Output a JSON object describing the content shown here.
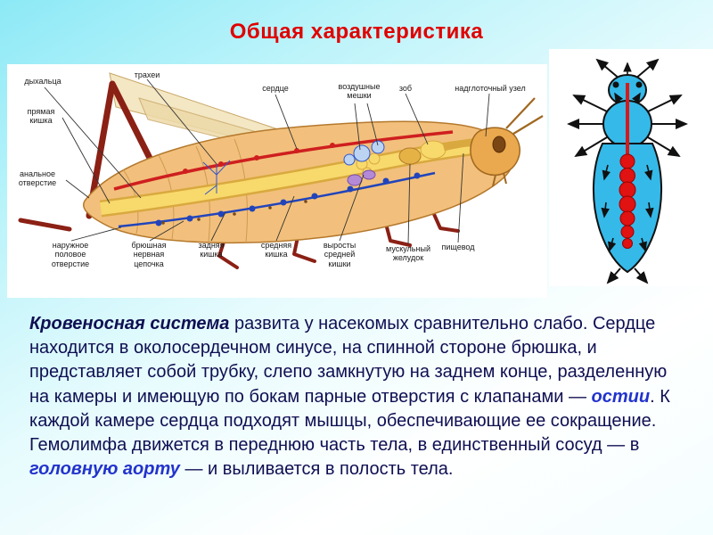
{
  "title": "Общая характеристика",
  "anatomy_diagram": {
    "labels": {
      "spiracles": "дыхальца",
      "tracheae": "трахеи",
      "heart": "сердце",
      "air_sacs": "воздушные мешки",
      "crop": "зоб",
      "supraesophageal_ganglion": "надглоточный узел",
      "rectum": "прямая кишка",
      "anal_opening": "анальное отверстие",
      "external_genital_opening": "наружное половое отверстие",
      "ventral_nerve_cord": "брюшная нервная цепочка",
      "hindgut": "задняя кишка",
      "midgut": "средняя кишка",
      "midgut_caeca": "выросты средней кишки",
      "muscular_stomach": "мускульный желудок",
      "esophagus": "пищевод"
    }
  },
  "body_text": {
    "p1_lead": "Кровеносная система",
    "p1_a": " развита у насекомых сравнительно слабо. Сердце находится в околосердечном синусе, на спинной стороне брюшка, и представляет собой трубку, слепо замкнутую на заднем конце, разделенную на камеры и имеющую по бокам парные отверстия с клапанами — ",
    "p1_term": "остии",
    "p1_b": ". К каждой камере сердца подходят мышцы, обеспечивающие ее сокращение.",
    "p2_a": "Гемолимфа движется в переднюю часть тела, в единственный сосуд — в ",
    "p2_term": "головную аорту",
    "p2_b": " — и выливается в полость тела."
  },
  "colors": {
    "title_red": "#e00000",
    "text_navy": "#0f0f52",
    "term_blue": "#2233cc",
    "background_cyan": "#8ce9f6",
    "grasshopper_tan": "#f2c07c",
    "gut_yellow": "#f8d96c",
    "heart_red": "#d41b1b",
    "nerve_blue": "#2244bb",
    "leg_maroon": "#8b2015",
    "insect_body_blue": "#35b9e9"
  }
}
